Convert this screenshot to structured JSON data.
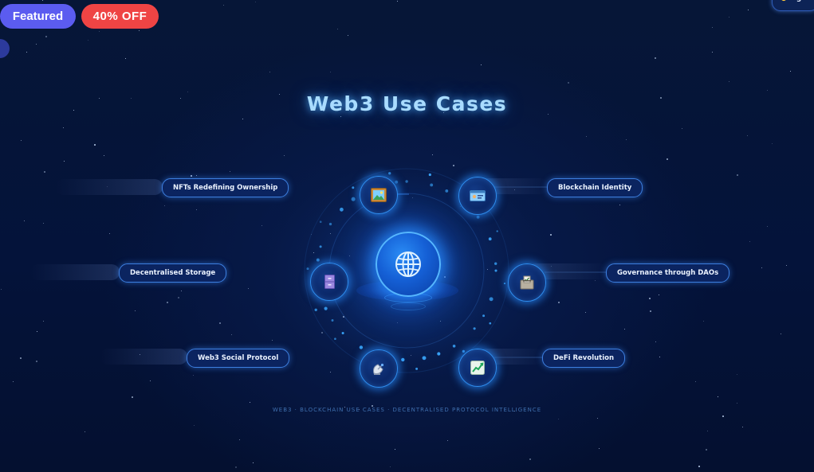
{
  "badges": {
    "featured": "Featured",
    "discount": "40% OFF"
  },
  "theme_toggle": {
    "label": "Light",
    "icon": "sun-icon"
  },
  "title": "Web3 Use Cases",
  "hub": {
    "icon": "globe-icon"
  },
  "use_cases": [
    {
      "label": "NFTs Redefining Ownership",
      "icon": "framed-picture-icon"
    },
    {
      "label": "Blockchain Identity",
      "icon": "id-card-icon"
    },
    {
      "label": "Decentralised Storage",
      "icon": "file-cabinet-icon"
    },
    {
      "label": "Governance through DAOs",
      "icon": "ballot-box-icon"
    },
    {
      "label": "Web3 Social Protocol",
      "icon": "satellite-dish-icon"
    },
    {
      "label": "DeFi Revolution",
      "icon": "chart-increasing-icon"
    }
  ],
  "footer": "WEB3 · BLOCKCHAIN USE CASES · DECENTRALISED PROTOCOL INTELLIGENCE",
  "colors": {
    "background": "#04102e",
    "accent": "#2f8ef0",
    "featured_badge": "#5b5cf0",
    "discount_badge": "#ef4444",
    "title_glow": "#a9dcff"
  }
}
